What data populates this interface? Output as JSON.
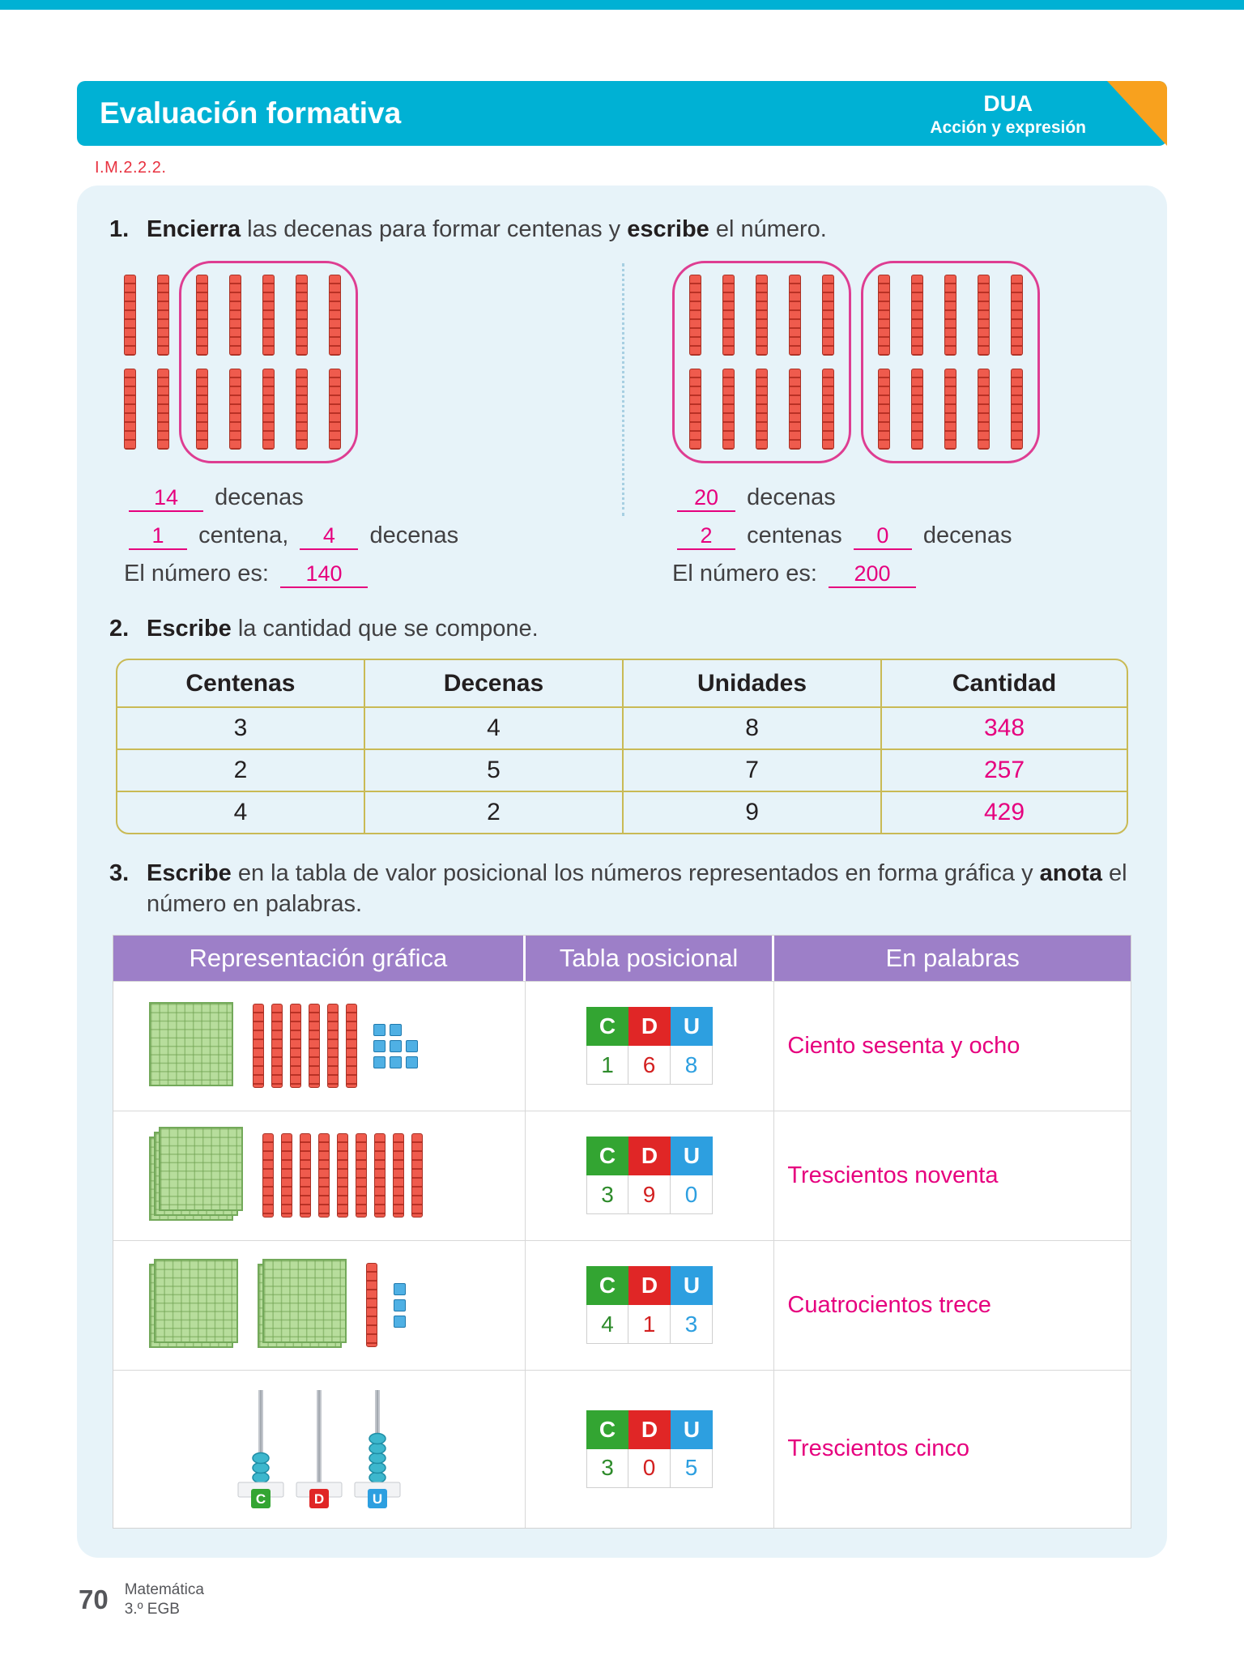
{
  "header": {
    "title": "Evaluación formativa",
    "badge_title": "DUA",
    "badge_subtitle": "Acción y expresión",
    "code": "I.M.2.2.2."
  },
  "exercise1": {
    "number": "1.",
    "prompt_bold1": "Encierra",
    "prompt_mid": " las decenas para formar centenas y ",
    "prompt_bold2": "escribe",
    "prompt_end": " el número.",
    "left": {
      "rod_groups": [
        {
          "count": 4,
          "circled": false
        },
        {
          "count": 10,
          "circled": true
        }
      ],
      "line1_value": "14",
      "line1_label": "decenas",
      "line2_value1": "1",
      "line2_label1": "centena,",
      "line2_value2": "4",
      "line2_label2": "decenas",
      "line3_label": "El número es:",
      "line3_value": "140"
    },
    "right": {
      "rod_groups": [
        {
          "count": 10,
          "circled": true
        },
        {
          "count": 10,
          "circled": true
        }
      ],
      "line1_value": "20",
      "line1_label": "decenas",
      "line2_value1": "2",
      "line2_label1": "centenas",
      "line2_value2": "0",
      "line2_label2": "decenas",
      "line3_label": "El número es:",
      "line3_value": "200"
    }
  },
  "exercise2": {
    "number": "2.",
    "prompt_bold": "Escribe",
    "prompt_rest": " la cantidad que se compone.",
    "headers": [
      "Centenas",
      "Decenas",
      "Unidades",
      "Cantidad"
    ],
    "rows": [
      {
        "c": "3",
        "d": "4",
        "u": "8",
        "cantidad": "348"
      },
      {
        "c": "2",
        "d": "5",
        "u": "7",
        "cantidad": "257"
      },
      {
        "c": "4",
        "d": "2",
        "u": "9",
        "cantidad": "429"
      }
    ]
  },
  "exercise3": {
    "number": "3.",
    "prompt_bold1": "Escribe",
    "prompt_mid": " en la tabla de valor posicional los números representados en forma gráfica y ",
    "prompt_bold2": "anota",
    "prompt_end": " el número en palabras.",
    "table_headers": [
      "Representación gráfica",
      "Tabla posicional",
      "En palabras"
    ],
    "cdu_headers": [
      "C",
      "D",
      "U"
    ],
    "rows": [
      {
        "c": "1",
        "d": "6",
        "u": "8",
        "words": "Ciento sesenta y ocho",
        "graphic": {
          "flat_stacks": [
            1
          ],
          "rods": 6,
          "unit_rows": [
            2,
            3,
            3
          ]
        }
      },
      {
        "c": "3",
        "d": "9",
        "u": "0",
        "words": "Trescientos noventa",
        "graphic": {
          "flat_stacks": [
            3
          ],
          "rods": 9,
          "unit_rows": []
        }
      },
      {
        "c": "4",
        "d": "1",
        "u": "3",
        "words": "Cuatrocientos trece",
        "graphic": {
          "flat_stacks": [
            2,
            2
          ],
          "rods": 1,
          "unit_rows": [
            1,
            1,
            1
          ]
        }
      },
      {
        "c": "3",
        "d": "0",
        "u": "5",
        "words": "Trescientos cinco",
        "graphic": {
          "abacus": {
            "posts": [
              {
                "label": "C",
                "color": "#33a532",
                "beads": 3
              },
              {
                "label": "D",
                "color": "#e02626",
                "beads": 0
              },
              {
                "label": "U",
                "color": "#2d9fe0",
                "beads": 5
              }
            ]
          }
        }
      }
    ]
  },
  "footer": {
    "page_number": "70",
    "subject": "Matemática",
    "grade": "3.º EGB"
  },
  "colors": {
    "teal_header": "#00b1d4",
    "orange_corner": "#f8a11e",
    "panel_bg": "#e7f3f9",
    "answer_pink": "#e6007e",
    "circle_pink": "#de3d92",
    "table_border_olive": "#c9ba55",
    "header_purple": "#9d7fc8",
    "cdu_green": "#33a532",
    "cdu_red": "#e02626",
    "cdu_blue": "#2d9fe0",
    "rod_red": "#ef5b4d",
    "flat_green": "#b7dd9c",
    "unit_blue": "#4fb0e4"
  }
}
